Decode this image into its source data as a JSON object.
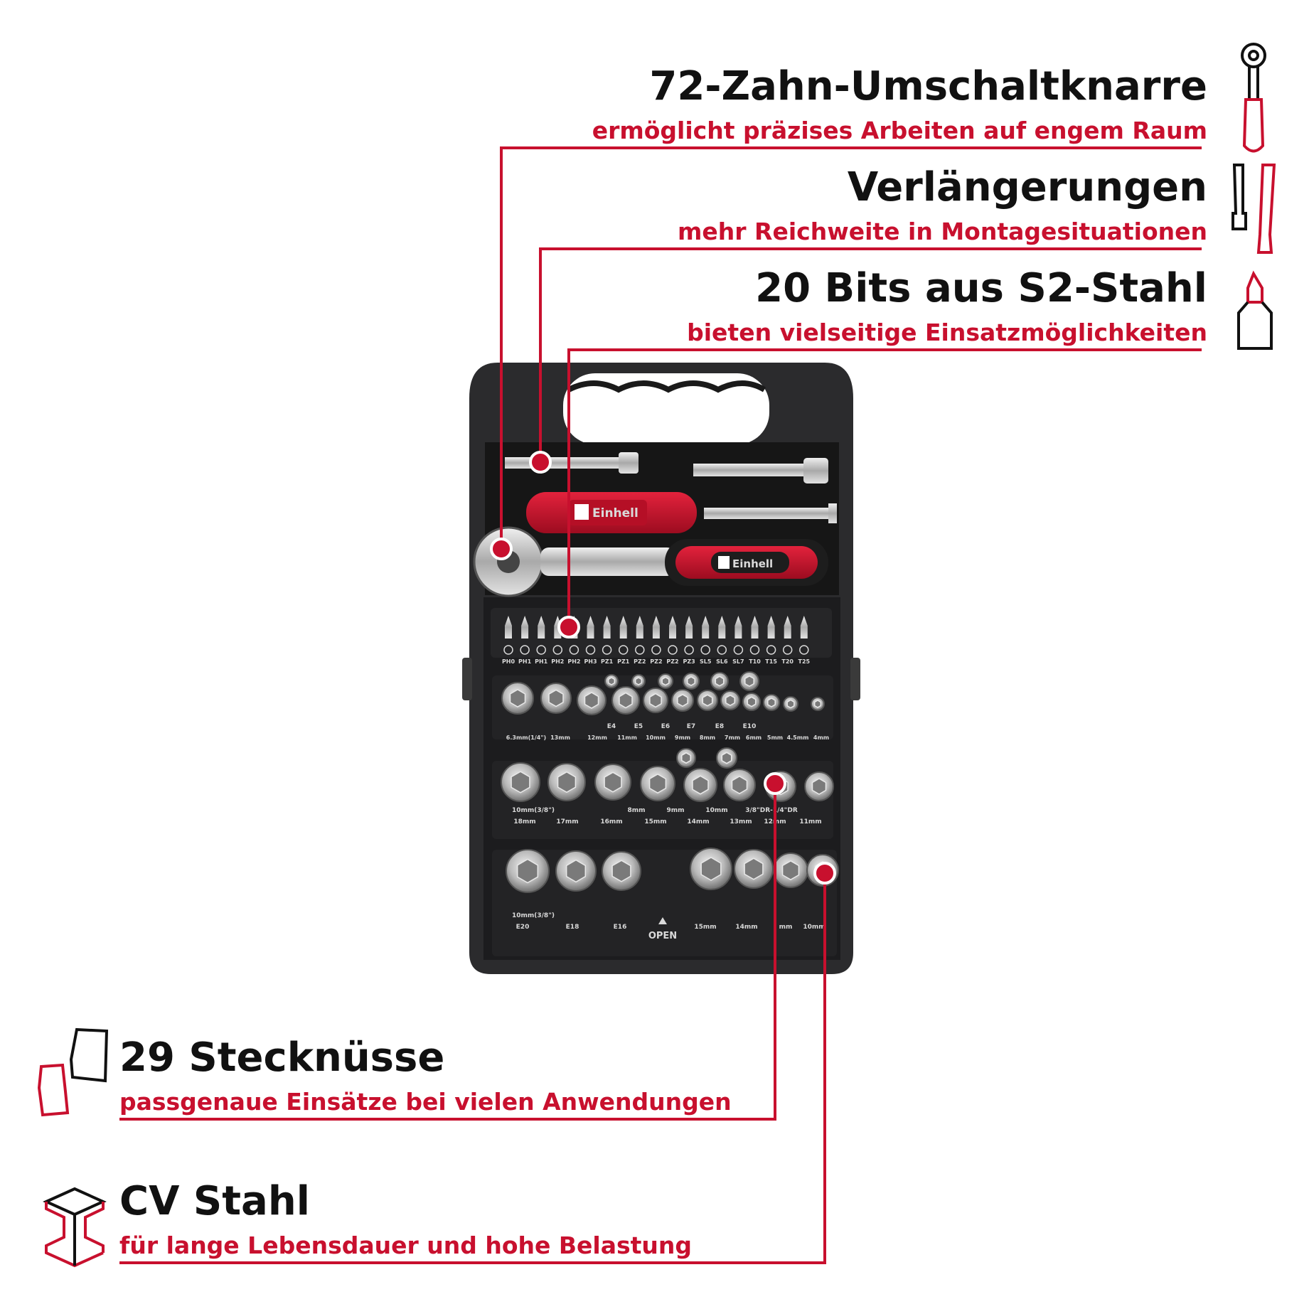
{
  "features": [
    {
      "title": "72-Zahn-Umschaltknarre",
      "subtitle": "ermöglicht präzises Arbeiten auf engem Raum",
      "icon": "ratchet-icon"
    },
    {
      "title": "Verlängerungen",
      "subtitle": "mehr Reichweite in Montagesituationen",
      "icon": "extension-icon"
    },
    {
      "title": "20 Bits aus S2-Stahl",
      "subtitle": "bieten vielseitige Einsatzmöglichkeiten",
      "icon": "bit-icon"
    },
    {
      "title": "29 Stecknüsse",
      "subtitle": "passgenaue Einsätze bei vielen Anwendungen",
      "icon": "socket-icon"
    },
    {
      "title": "CV Stahl",
      "subtitle": "für lange Lebensdauer und hohe Belastung",
      "icon": "steel-beam-icon"
    }
  ],
  "product": {
    "brand": "Einhell",
    "open_label": "OPEN",
    "bit_labels": [
      "PH0",
      "PH1",
      "PH1",
      "PH2",
      "PH2",
      "PH3",
      "PZ1",
      "PZ1",
      "PZ2",
      "PZ2",
      "PZ2",
      "PZ3",
      "SL5",
      "SL6",
      "SL7",
      "T10",
      "T15",
      "T20",
      "T25"
    ],
    "row2_top": [
      "E4",
      "E5",
      "E6",
      "E7",
      "E8",
      "E10"
    ],
    "row2_bottom": [
      "6.3mm(1/4\")",
      "13mm",
      "12mm",
      "11mm",
      "10mm",
      "9mm",
      "8mm",
      "7mm",
      "6mm",
      "5mm",
      "4.5mm",
      "4mm"
    ],
    "row3_top": [
      "10mm(3/8\")",
      "8mm",
      "9mm",
      "10mm",
      "3/8\"DR-1/4\"DR"
    ],
    "row3_bottom": [
      "18mm",
      "17mm",
      "16mm",
      "15mm",
      "14mm",
      "13mm",
      "12mm",
      "11mm"
    ],
    "row4_labels": [
      "10mm(3/8\")",
      "E20",
      "E18",
      "E16",
      "15mm",
      "14mm",
      "mm",
      "10mm"
    ]
  },
  "colors": {
    "accent": "#c8102e",
    "text": "#111111",
    "case": "#2b2b2d"
  }
}
